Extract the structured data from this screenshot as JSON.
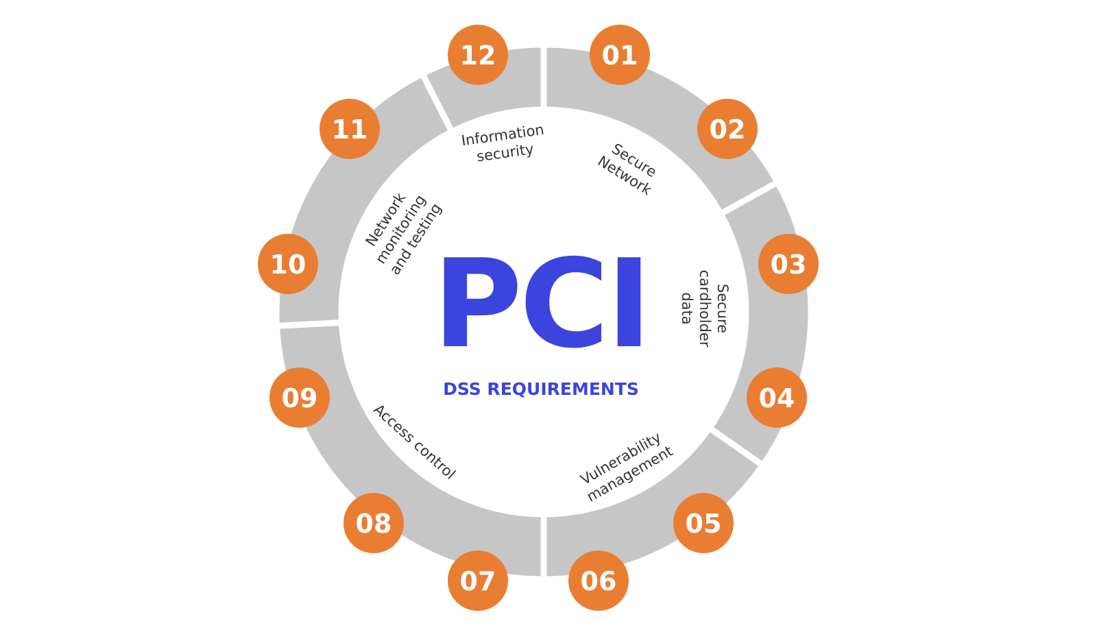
{
  "title": "PCI",
  "subtitle": "DSS REQUIREMENTS",
  "colors": {
    "ring": "#C6C6C6",
    "badge": "#E97D32",
    "brand": "#3B44DD"
  },
  "segments": [
    {
      "label_lines": [
        "Secure",
        "Network"
      ],
      "requirements": [
        "01",
        "02"
      ]
    },
    {
      "label_lines": [
        "Secure",
        "cardholder",
        "data"
      ],
      "requirements": [
        "03",
        "04"
      ]
    },
    {
      "label_lines": [
        "Vulnerability",
        "management"
      ],
      "requirements": [
        "05",
        "06"
      ]
    },
    {
      "label_lines": [
        "Access control"
      ],
      "requirements": [
        "07",
        "08",
        "09"
      ]
    },
    {
      "label_lines": [
        "Network",
        "monitoring",
        "and testing"
      ],
      "requirements": [
        "10",
        "11"
      ]
    },
    {
      "label_lines": [
        "Information",
        "security"
      ],
      "requirements": [
        "12"
      ]
    }
  ],
  "badges": [
    "01",
    "02",
    "03",
    "04",
    "05",
    "06",
    "07",
    "08",
    "09",
    "10",
    "11",
    "12"
  ]
}
